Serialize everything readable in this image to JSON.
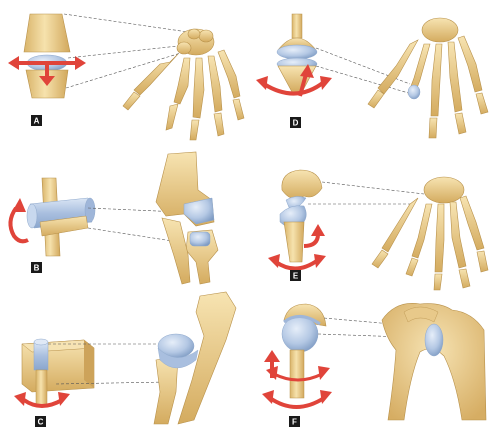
{
  "panels": [
    {
      "id": "A",
      "label": "A",
      "joint": "plane-joint"
    },
    {
      "id": "B",
      "label": "B",
      "joint": "hinge-joint"
    },
    {
      "id": "C",
      "label": "C",
      "joint": "pivot-joint"
    },
    {
      "id": "D",
      "label": "D",
      "joint": "condylar-joint"
    },
    {
      "id": "E",
      "label": "E",
      "joint": "saddle-joint"
    },
    {
      "id": "F",
      "label": "F",
      "joint": "ball-and-socket-joint"
    }
  ],
  "colors": {
    "bone": "#f0d79a",
    "bone_shade": "#d9b46a",
    "bone_outline": "#b8914a",
    "cartilage": "#b9cde6",
    "cartilage_shade": "#8ea8cc",
    "arrow": "#e0443a",
    "leader": "#555555",
    "label_bg": "#1a1a1a"
  }
}
